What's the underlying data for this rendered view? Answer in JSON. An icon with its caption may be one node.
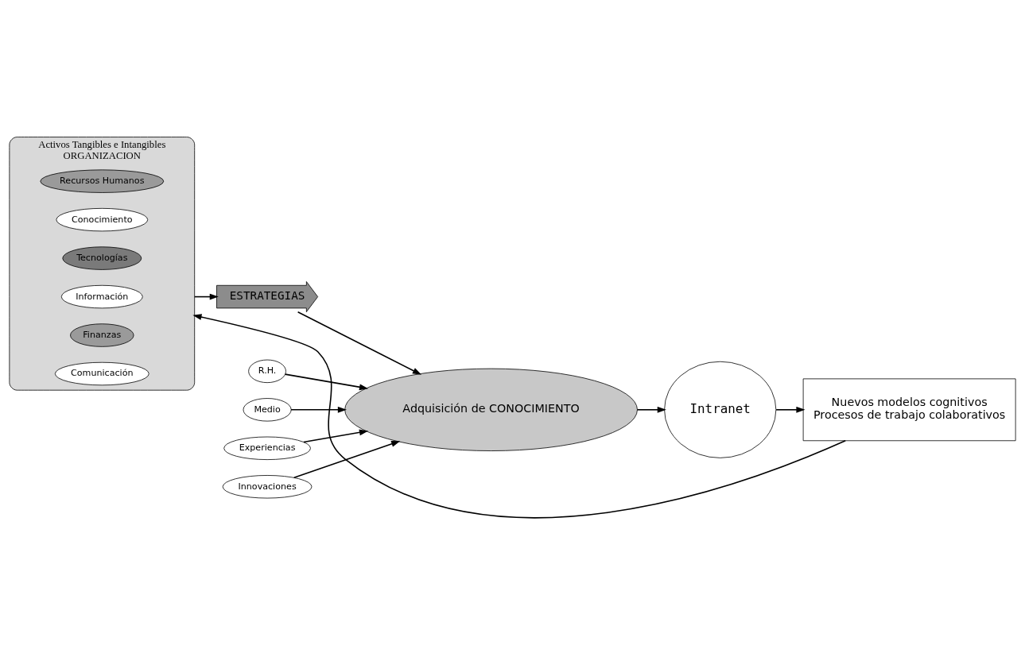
{
  "diagram": {
    "nodes": [
      {
        "text": [
          "Activos Tangibles e Intangibles",
          "ORGANIZACION"
        ]
      },
      {
        "text": [
          "Recursos Humanos"
        ],
        "in": 0
      },
      {
        "text": [
          "Conocimiento"
        ],
        "in": 0
      },
      {
        "text": [
          "Tecnologías"
        ],
        "in": 0
      },
      {
        "text": [
          "Información"
        ],
        "in": 0
      },
      {
        "text": [
          "Finanzas"
        ],
        "in": 0
      },
      {
        "text": [
          "Comunicación"
        ],
        "in": 0
      },
      {
        "text": [
          "ESTRATEGIAS"
        ]
      },
      {
        "text": [
          "Adquisición de CONOCIMIENTO"
        ]
      },
      {
        "text": [
          "R.H."
        ]
      },
      {
        "text": [
          "Medio"
        ]
      },
      {
        "text": [
          "Experiencias"
        ]
      },
      {
        "text": [
          "Innovaciones"
        ]
      },
      {
        "text": [
          "Intranet"
        ]
      },
      {
        "text": [
          "Nuevos modelos cognitivos",
          "Procesos de trabajo colaborativos"
        ]
      }
    ],
    "edges": [
      {
        "from": 0,
        "to": 7,
        "arrow": "to"
      },
      {
        "from": 7,
        "to": 8,
        "arrow": "to"
      },
      {
        "from": 9,
        "to": 8,
        "arrow": "to"
      },
      {
        "from": 10,
        "to": 8,
        "arrow": "to"
      },
      {
        "from": 11,
        "to": 8,
        "arrow": "to"
      },
      {
        "from": 12,
        "to": 8,
        "arrow": "to"
      },
      {
        "from": 8,
        "to": 13,
        "arrow": "to"
      },
      {
        "from": 13,
        "to": 14,
        "arrow": "to"
      },
      {
        "from": 14,
        "to": 0,
        "arrow": "to"
      }
    ]
  }
}
